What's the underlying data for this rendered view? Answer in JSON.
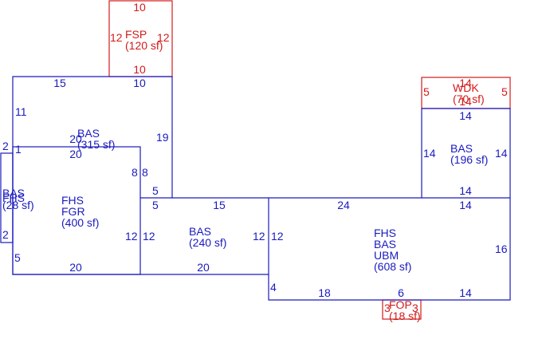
{
  "colors": {
    "living": "#1a1abf",
    "exterior": "#d41a1a",
    "background": "#ffffff"
  },
  "areas": {
    "fsp": {
      "lines": [
        "FSP",
        "(120 sf)"
      ]
    },
    "bas_upper": {
      "lines": [
        "BAS",
        "(315 sf)"
      ]
    },
    "fhs_fgr": {
      "lines": [
        "FHS",
        "FGR",
        "(400 sf)"
      ]
    },
    "small_left": {
      "lines": [
        "BAS",
        "FHS",
        "(28 sf)"
      ]
    },
    "bas_mid": {
      "lines": [
        "BAS",
        "(240 sf)"
      ]
    },
    "main": {
      "lines": [
        "FHS",
        "BAS",
        "UBM",
        "(608 sf)"
      ]
    },
    "bas_right": {
      "lines": [
        "BAS",
        "(196 sf)"
      ]
    },
    "wdk": {
      "lines": [
        "WDK",
        "(70 sf)"
      ]
    },
    "fop": {
      "lines": [
        "FOP",
        "(18 sf)"
      ]
    }
  },
  "dimensions": {
    "fsp_top": "10",
    "fsp_left": "12",
    "fsp_right": "12",
    "fsp_bottom": "10",
    "upper_top_left": "15",
    "upper_top_right": "10",
    "upper_left": "11",
    "upper_right": "19",
    "inner_20_a": "20",
    "inner_20_b": "20",
    "left_2_top": "2",
    "left_1": "1",
    "left_2_bottom": "2",
    "inner_8_a": "8",
    "inner_8_b": "8",
    "step_5_a": "5",
    "step_5_b": "5",
    "mid_top": "15",
    "mid_left": "12",
    "mid_right_a": "12",
    "mid_right_b": "12",
    "fgr_right": "12",
    "fgr_left_5": "5",
    "fgr_bottom": "20",
    "mid_bottom": "20",
    "main_top": "24",
    "main_top_right": "14",
    "main_right": "16",
    "main_left_4": "4",
    "main_bottom_18": "18",
    "main_bottom_6": "6",
    "main_bottom_14": "14",
    "bas_right_top": "14",
    "bas_right_left": "14",
    "bas_right_right": "14",
    "bas_right_bottom": "14",
    "wdk_top": "14",
    "wdk_bottom": "14",
    "wdk_left": "5",
    "wdk_right": "5",
    "fop_left": "3",
    "fop_right": "3"
  }
}
